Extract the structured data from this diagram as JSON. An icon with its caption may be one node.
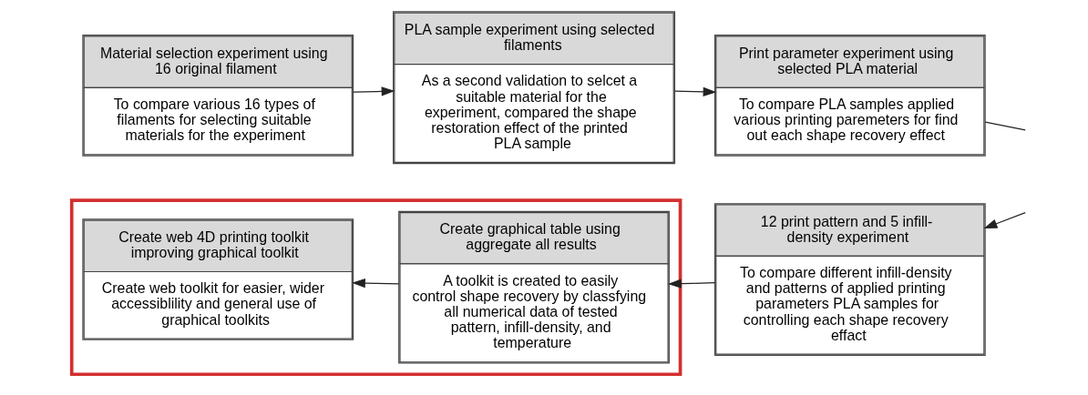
{
  "diagram": {
    "nodes": [
      {
        "text": [
          "Material selection experiment using 16 original filament",
          "To compare various 16 types of filaments for selecting suitable materials for the experiment"
        ]
      },
      {
        "text": [
          "PLA sample experiment using selected filaments",
          "As a second validation to selcet a suitable material for the experiment, compared the shape restoration effect of the printed PLA sample"
        ]
      },
      {
        "text": [
          "Print parameter experiment using selected PLA material",
          "To compare PLA samples applied various printing paremeters for find out each shape recovery effect"
        ]
      },
      {
        "text": [],
        "shape": "box"
      },
      {
        "text": [
          "Create web 4D printing toolkit improving graphical toolkit",
          "Create web toolkit for easier, wider accessiblility and general use of graphical toolkits"
        ],
        "in": 3
      },
      {
        "text": [
          "Create graphical table using aggregate all results",
          "A toolkit is created to easily control shape recovery by classfying all numerical data of tested pattern, infill-density, and temperature"
        ],
        "in": 3
      },
      {
        "text": [
          "12 print pattern and 5 infill-density experiment",
          "To compare different infill-density and patterns of applied printing parameters PLA samples for controlling each shape recovery effact"
        ]
      }
    ],
    "edges": [
      {
        "from": 0,
        "to": 1,
        "arrow": "to"
      },
      {
        "from": 1,
        "to": 2,
        "arrow": "to"
      },
      {
        "from": 2,
        "to": null,
        "arrow": "none"
      },
      {
        "from": null,
        "to": 6,
        "arrow": "to"
      },
      {
        "from": 6,
        "to": 5,
        "arrow": "to"
      },
      {
        "from": 5,
        "to": 4,
        "arrow": "to"
      }
    ]
  }
}
